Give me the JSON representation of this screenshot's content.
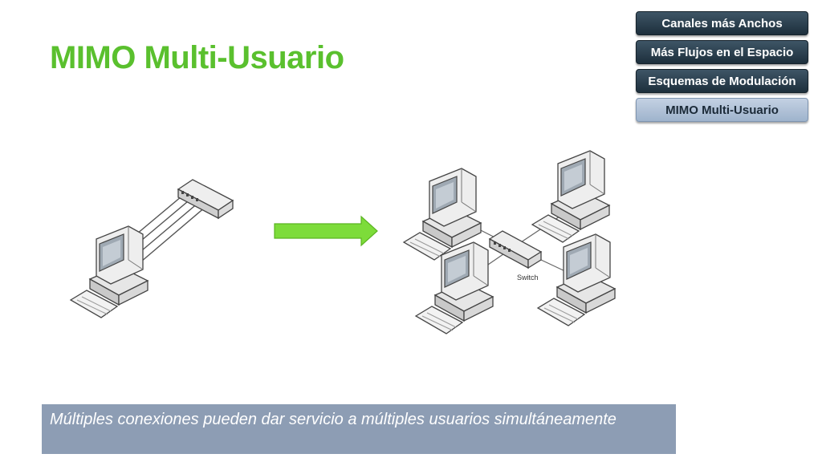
{
  "slide": {
    "title": "MIMO Multi-Usuario",
    "caption": "Múltiples conexiones  pueden dar servicio a múltiples usuarios simultáneamente"
  },
  "nav": {
    "items": [
      {
        "label": "Canales más Anchos"
      },
      {
        "label": "Más Flujos en el Espacio"
      },
      {
        "label": "Esquemas de Modulación"
      },
      {
        "label": "MIMO Multi-Usuario"
      }
    ]
  },
  "diagram": {
    "switch_label": "Switch"
  },
  "colors": {
    "title": "#5ac02e",
    "nav_bg": "#2a3d4b",
    "nav_active_bg": "#b3c3d8",
    "caption_bg": "#8d9db4",
    "arrow": "#7ddc3a"
  },
  "icons": [
    "computer-icon",
    "network-switch-icon",
    "right-arrow-icon"
  ]
}
